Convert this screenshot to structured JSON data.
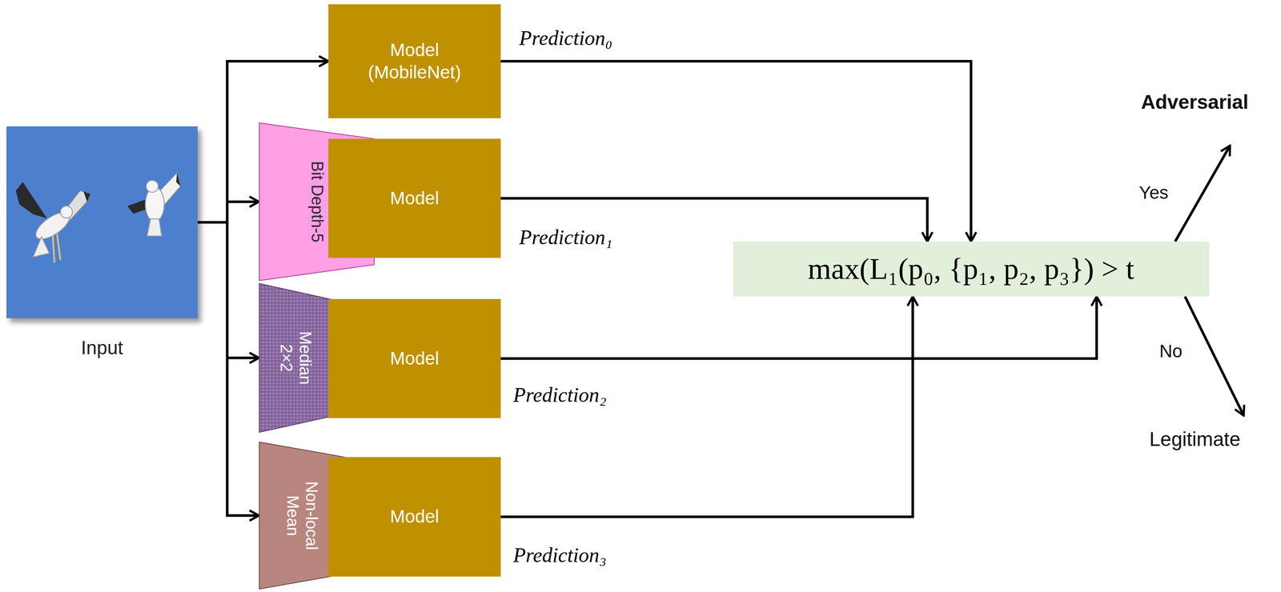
{
  "diagram": {
    "nodes": [
      {
        "text": [
          "Input"
        ]
      },
      {
        "text": [
          "Model (MobileNet)"
        ]
      },
      {
        "text": [
          "Bit Depth-5"
        ]
      },
      {
        "text": [
          "Model"
        ]
      },
      {
        "text": [
          "Median 2×2"
        ]
      },
      {
        "text": [
          "Model"
        ]
      },
      {
        "text": [
          "Non-local Mean"
        ]
      },
      {
        "text": [
          "Model"
        ]
      },
      {
        "text": [
          "max(L₁(p₀, {p₁, p₂, p₃}) > t"
        ]
      },
      {
        "text": [
          "Adversarial"
        ]
      },
      {
        "text": [
          "Legitimate"
        ]
      }
    ],
    "edges": [
      {
        "from": 0,
        "to": 1,
        "arrow": "to"
      },
      {
        "from": 0,
        "to": 2,
        "arrow": "to"
      },
      {
        "from": 0,
        "to": 4,
        "arrow": "to"
      },
      {
        "from": 0,
        "to": 6,
        "arrow": "to"
      },
      {
        "from": 1,
        "to": 8,
        "label": "Prediction₀",
        "arrow": "to"
      },
      {
        "from": 3,
        "to": 8,
        "label": "Prediction₁",
        "arrow": "to"
      },
      {
        "from": 5,
        "to": 8,
        "label": "Prediction₂",
        "arrow": "to"
      },
      {
        "from": 7,
        "to": 8,
        "label": "Prediction₃",
        "arrow": "to"
      },
      {
        "from": 8,
        "to": 9,
        "label": "Yes",
        "arrow": "to"
      },
      {
        "from": 8,
        "to": 10,
        "label": "No",
        "arrow": "to"
      }
    ]
  }
}
